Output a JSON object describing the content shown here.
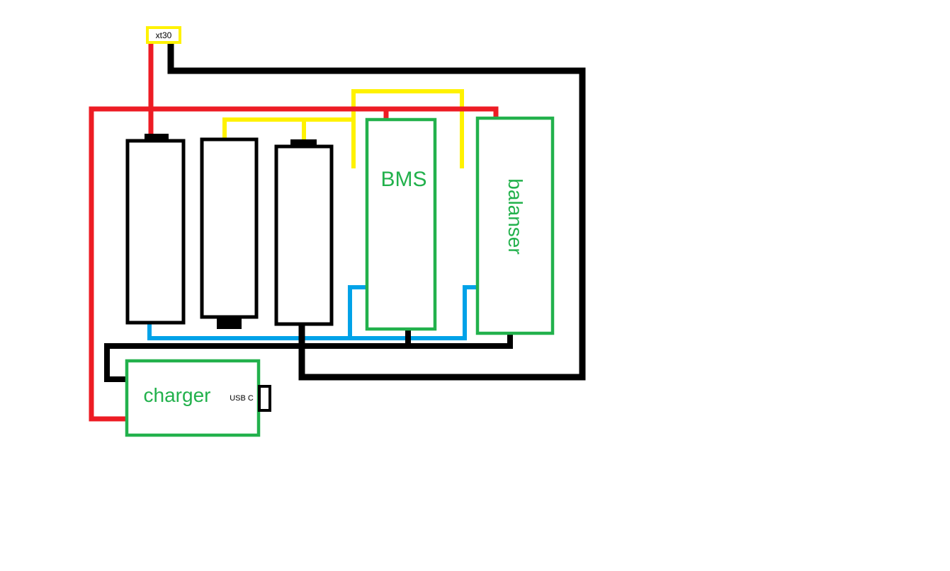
{
  "colors": {
    "red": "#ed1c24",
    "yellow": "#fff200",
    "green": "#22b14c",
    "blue": "#00a2e8",
    "black": "#000000",
    "background": "#ffffff"
  },
  "labels": {
    "xt30": "xt30",
    "bms": "BMS",
    "balancer": "balanser",
    "charger": "charger",
    "usb_c": "USB C"
  },
  "components": [
    {
      "name": "xt30-connector",
      "label": "xt30",
      "type": "connector"
    },
    {
      "name": "battery-cell-1",
      "type": "battery-cell"
    },
    {
      "name": "battery-cell-2",
      "type": "battery-cell"
    },
    {
      "name": "battery-cell-3",
      "type": "battery-cell"
    },
    {
      "name": "bms-module",
      "label": "BMS",
      "type": "module"
    },
    {
      "name": "balancer-module",
      "label": "balanser",
      "type": "module"
    },
    {
      "name": "charger-module",
      "label": "charger",
      "type": "module"
    },
    {
      "name": "usb-c-port",
      "label": "USB C",
      "type": "port"
    }
  ],
  "wires": [
    {
      "name": "wire-yellow-balance-loop",
      "color": "yellow"
    },
    {
      "name": "wire-yellow-battery-rail",
      "color": "yellow"
    },
    {
      "name": "wire-yellow-battery3-stub",
      "color": "yellow"
    },
    {
      "name": "wire-red-xt30-to-battery1",
      "color": "red"
    },
    {
      "name": "wire-red-main-rail",
      "color": "red"
    },
    {
      "name": "wire-red-bms-stub",
      "color": "red"
    },
    {
      "name": "wire-blue-bottom-rail",
      "color": "blue"
    },
    {
      "name": "wire-blue-bms-stub",
      "color": "blue"
    },
    {
      "name": "wire-black-main-loop",
      "color": "black"
    },
    {
      "name": "wire-black-bottom-rail",
      "color": "black"
    },
    {
      "name": "wire-black-bms-stub",
      "color": "black"
    }
  ]
}
